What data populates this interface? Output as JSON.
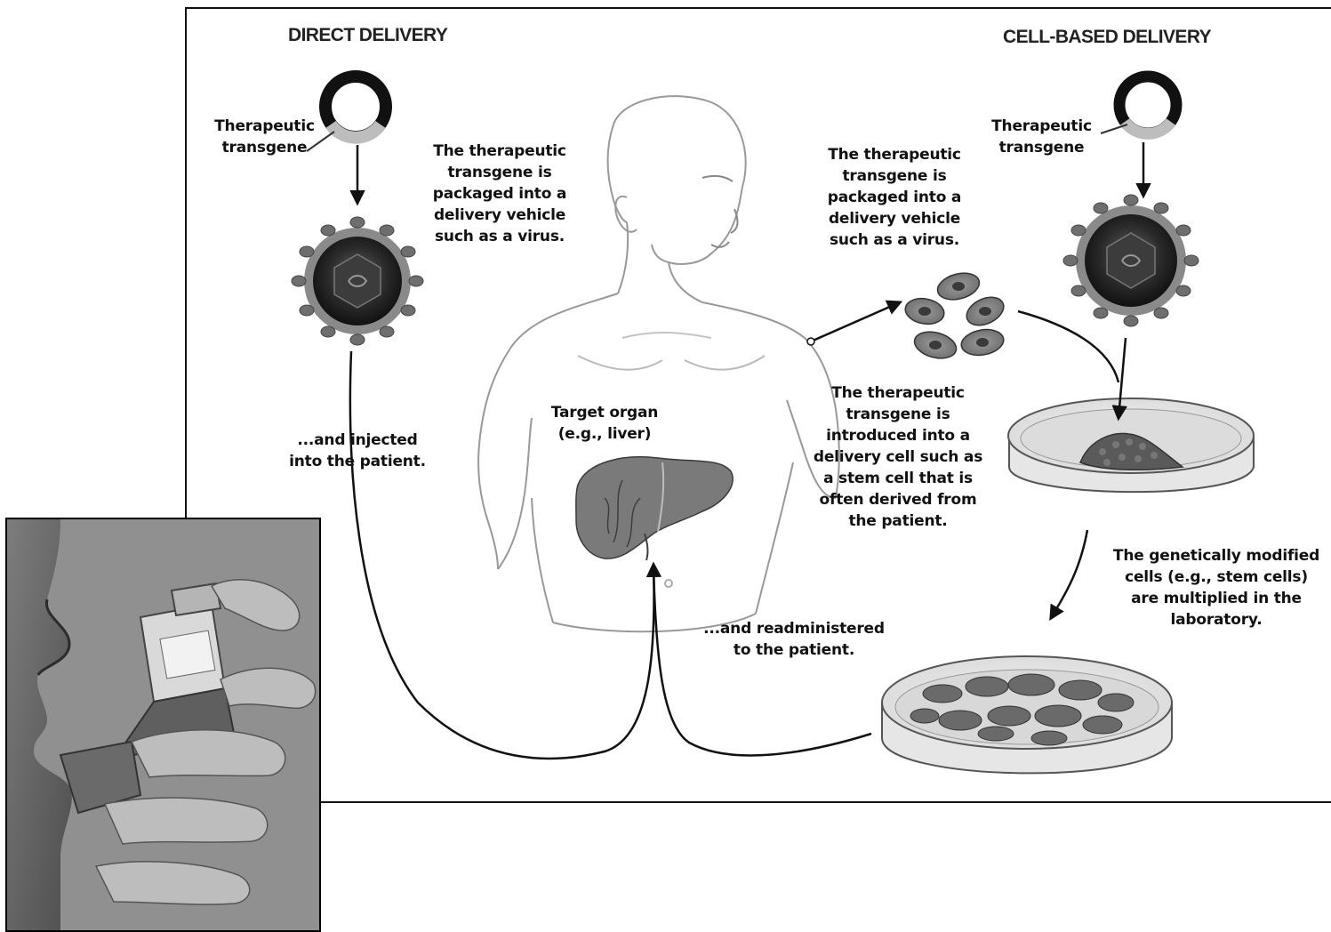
{
  "headers": {
    "direct": "DIRECT DELIVERY",
    "cell_based": "CELL-BASED DELIVERY"
  },
  "labels": {
    "transgene_left": "Therapeutic\ntransgene",
    "transgene_right": "Therapeutic\ntransgene",
    "packaged_left": "The therapeutic\ntransgene is\npackaged into a\ndelivery vehicle\nsuch as a virus.",
    "packaged_right": "The therapeutic\ntransgene is\npackaged into a\ndelivery vehicle\nsuch as a virus.",
    "target_organ": "Target organ\n(e.g., liver)",
    "injected": "...and injected\ninto the patient.",
    "introduced": "The therapeutic\ntransgene is\nintroduced into a\ndelivery cell such as\na stem cell that is\noften derived from\nthe patient.",
    "multiplied": "The genetically modified\ncells (e.g., stem cells)\nare multiplied in the\nlaboratory.",
    "readministered": "...and readministered\nto the patient."
  }
}
